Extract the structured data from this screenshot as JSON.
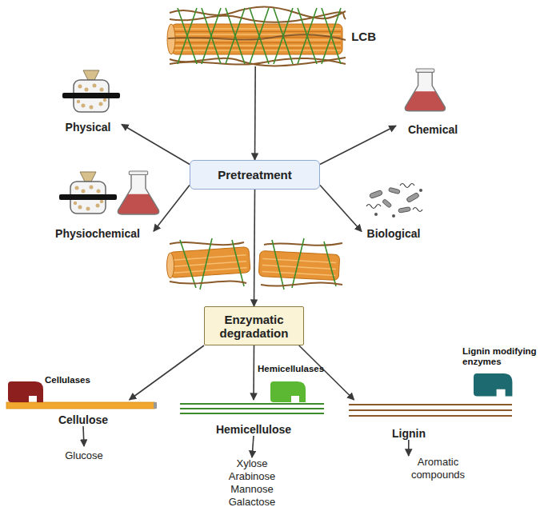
{
  "diagram": {
    "nodes": [
      {
        "text": [
          "LCB"
        ]
      },
      {
        "text": [
          "Physical"
        ]
      },
      {
        "text": [
          "Chemical"
        ]
      },
      {
        "text": [
          "Pretreatment"
        ]
      },
      {
        "text": [
          "Physiochemical"
        ]
      },
      {
        "text": [
          "Biological"
        ]
      },
      {
        "text": [
          "Enzymatic degradation"
        ]
      },
      {
        "text": [
          "Cellulose"
        ]
      },
      {
        "text": [
          "Hemicellulose"
        ]
      },
      {
        "text": [
          "Lignin"
        ]
      },
      {
        "text": [
          "Glucose"
        ]
      },
      {
        "text": [
          "Xylose",
          "Arabinose",
          "Mannose",
          "Galactose"
        ]
      },
      {
        "text": [
          "Aromatic compounds"
        ]
      }
    ],
    "edges": [
      {
        "from": 0,
        "to": 3,
        "arrow": "to"
      },
      {
        "from": 3,
        "to": 1,
        "arrow": "to"
      },
      {
        "from": 3,
        "to": 2,
        "arrow": "to"
      },
      {
        "from": 3,
        "to": 4,
        "arrow": "to"
      },
      {
        "from": 3,
        "to": 5,
        "arrow": "to"
      },
      {
        "from": 3,
        "to": 6,
        "arrow": "to"
      },
      {
        "from": 6,
        "to": 7,
        "arrow": "to"
      },
      {
        "from": 6,
        "to": 8,
        "arrow": "to"
      },
      {
        "from": 6,
        "to": 9,
        "arrow": "to"
      },
      {
        "from": 7,
        "to": 10,
        "arrow": "to"
      },
      {
        "from": 8,
        "to": 11,
        "arrow": "to"
      },
      {
        "from": 9,
        "to": 12,
        "arrow": "to"
      }
    ],
    "labels": [
      "Cellulases",
      "Hemicellulases",
      "Lignin modifying enzymes"
    ]
  }
}
